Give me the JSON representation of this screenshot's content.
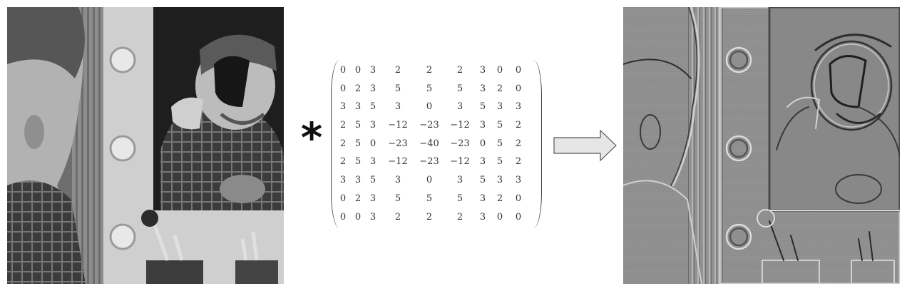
{
  "operator": {
    "symbol": "*"
  },
  "kernel": {
    "rows": [
      [
        "0",
        "0",
        "3",
        "2",
        "2",
        "2",
        "3",
        "0",
        "0"
      ],
      [
        "0",
        "2",
        "3",
        "5",
        "5",
        "5",
        "3",
        "2",
        "0"
      ],
      [
        "3",
        "3",
        "5",
        "3",
        "0",
        "3",
        "5",
        "3",
        "3"
      ],
      [
        "2",
        "5",
        "3",
        "−12",
        "−23",
        "−12",
        "3",
        "5",
        "2"
      ],
      [
        "2",
        "5",
        "0",
        "−23",
        "−40",
        "−23",
        "0",
        "5",
        "2"
      ],
      [
        "2",
        "5",
        "3",
        "−12",
        "−23",
        "−12",
        "3",
        "5",
        "2"
      ],
      [
        "3",
        "3",
        "5",
        "3",
        "0",
        "3",
        "5",
        "3",
        "3"
      ],
      [
        "0",
        "2",
        "3",
        "5",
        "5",
        "5",
        "3",
        "2",
        "0"
      ],
      [
        "0",
        "0",
        "3",
        "2",
        "2",
        "2",
        "3",
        "0",
        "0"
      ]
    ]
  },
  "icons": {
    "operator": "convolution-asterisk",
    "arrow": "right-arrow-icon"
  },
  "colors": {
    "arrow_fill": "#e6e6e6",
    "arrow_stroke": "#555555",
    "output_bg": "#8c8c8c"
  }
}
